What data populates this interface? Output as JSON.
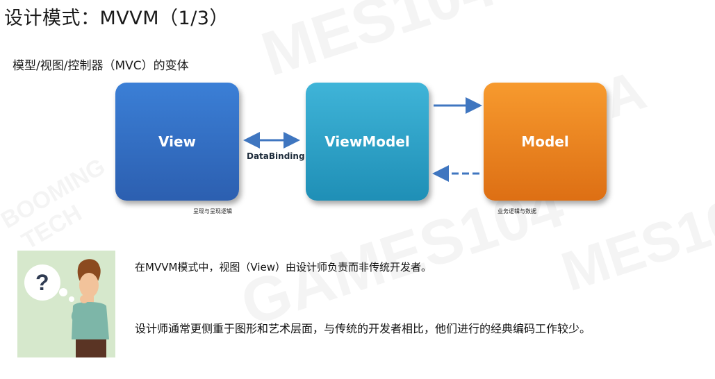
{
  "header": {
    "title": "设计模式：MVVM（1/3）",
    "subtitle": "模型/视图/控制器（MVC）的变体"
  },
  "diagram": {
    "view_label": "View",
    "viewmodel_label": "ViewModel",
    "model_label": "Model",
    "binding_label": "DataBinding",
    "view_caption": "呈现与呈现逻辑",
    "model_caption": "业务逻辑与数据"
  },
  "notes": {
    "line1": "在MVVM模式中，视图（View）由设计师负责而非传统开发者。",
    "line2": "设计师通常更侧重于图形和艺术层面，与传统的开发者相比，他们进行的经典编码工作较少。"
  },
  "colors": {
    "view": "#2f68bd",
    "viewmodel": "#2da2c9",
    "model": "#ec8421",
    "arrow": "#3f76c0"
  }
}
